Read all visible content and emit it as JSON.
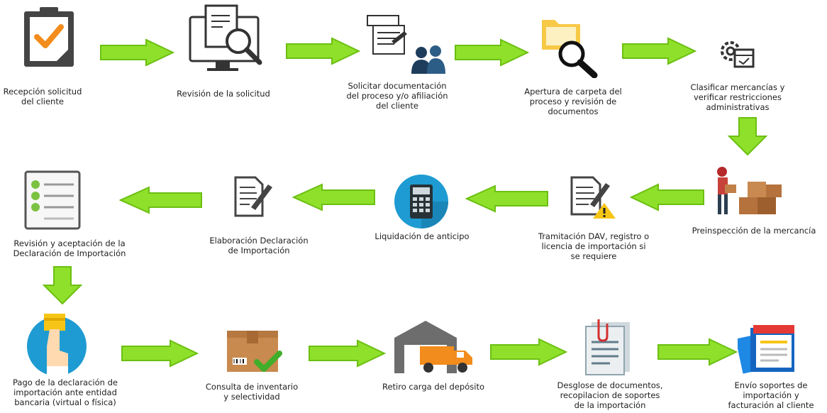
{
  "diagram": {
    "steps": [
      {
        "id": 1,
        "label": "Recepción solicitud\ndel cliente"
      },
      {
        "id": 2,
        "label": "Revisión de la solicitud"
      },
      {
        "id": 3,
        "label": "Solicitar documentación\ndel proceso y/o afiliación\ndel cliente"
      },
      {
        "id": 4,
        "label": "Apertura de carpeta del\nproceso y revisión de\ndocumentos"
      },
      {
        "id": 5,
        "label": "Clasificar mercancías y\nverificar restricciones\nadministrativas"
      },
      {
        "id": 6,
        "label": "Preinspección de la mercancía"
      },
      {
        "id": 7,
        "label": "Tramitación DAV, registro o\nlicencia de importación si\nse requiere"
      },
      {
        "id": 8,
        "label": "Liquidación de anticipo"
      },
      {
        "id": 9,
        "label": "Elaboración Declaración\nde Importación"
      },
      {
        "id": 10,
        "label": "Revisión y aceptación de la\nDeclaración de Importación"
      },
      {
        "id": 11,
        "label": "Pago de la declaración de\nimportación ante entidad\nbancaria (virtual o física)"
      },
      {
        "id": 12,
        "label": "Consulta de inventario\ny selectividad"
      },
      {
        "id": 13,
        "label": "Retiro carga del depósito"
      },
      {
        "id": 14,
        "label": "Desglose de documentos,\nrecopilacion de soportes\nde la importación"
      },
      {
        "id": 15,
        "label": "Envío soportes de\nimportación y\nfacturación al cliente"
      }
    ],
    "colors": {
      "arrow_fill": "#8ee02a",
      "arrow_stroke": "#6cbf12",
      "text": "#1e1e1e"
    }
  }
}
